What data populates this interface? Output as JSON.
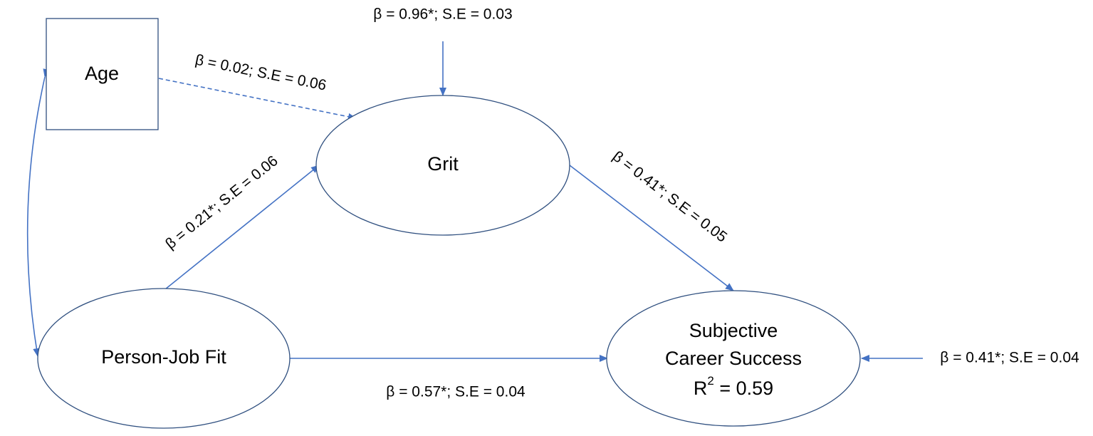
{
  "nodes": {
    "age": {
      "label": "Age"
    },
    "grit": {
      "label": "Grit"
    },
    "person_job_fit": {
      "label": "Person-Job Fit"
    },
    "career_success": {
      "line1": "Subjective",
      "line2": "Career Success",
      "r2_prefix": "R",
      "r2_sup": "2",
      "r2_value": " = 0.59"
    }
  },
  "edges": {
    "age_to_grit": "β = 0.02; S.E = 0.06",
    "error_grit": "β = 0.96*; S.E = 0.03",
    "fit_to_grit": "β = 0.21*; S.E = 0.06",
    "grit_to_success": "β = 0.41*; S.E = 0.05",
    "fit_to_success": "β = 0.57*; S.E = 0.04",
    "error_success": "β = 0.41*; S.E = 0.04"
  },
  "colors": {
    "arrow": "#4472c4",
    "shape_border": "#2f4f7f"
  }
}
